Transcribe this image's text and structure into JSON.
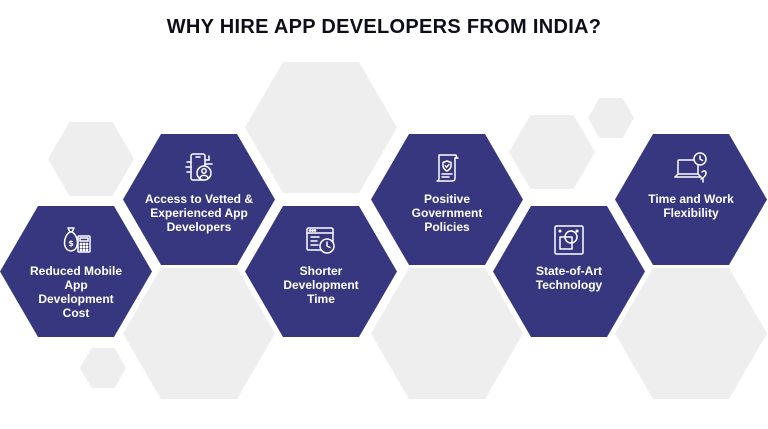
{
  "title": "WHY HIRE APP DEVELOPERS FROM INDIA?",
  "colors": {
    "hex_fill": "#36377f",
    "hex_text": "#ffffff",
    "background_hex": "#eeeeee",
    "title_text": "#0e0e1a"
  },
  "cards": [
    {
      "label": "Reduced Mobile App\nDevelopment\nCost",
      "icon": "money-bag-calculator-icon"
    },
    {
      "label": "Access to Vetted &\nExperienced App\nDevelopers",
      "icon": "mobile-developer-icon"
    },
    {
      "label": "Shorter Development\nTime",
      "icon": "browser-clock-icon"
    },
    {
      "label": "Positive Government\nPolicies",
      "icon": "policy-document-shield-icon"
    },
    {
      "label": "State-of-Art\nTechnology",
      "icon": "technology-chip-icon"
    },
    {
      "label": "Time and Work\nFlexibility",
      "icon": "laptop-clock-icon"
    }
  ]
}
